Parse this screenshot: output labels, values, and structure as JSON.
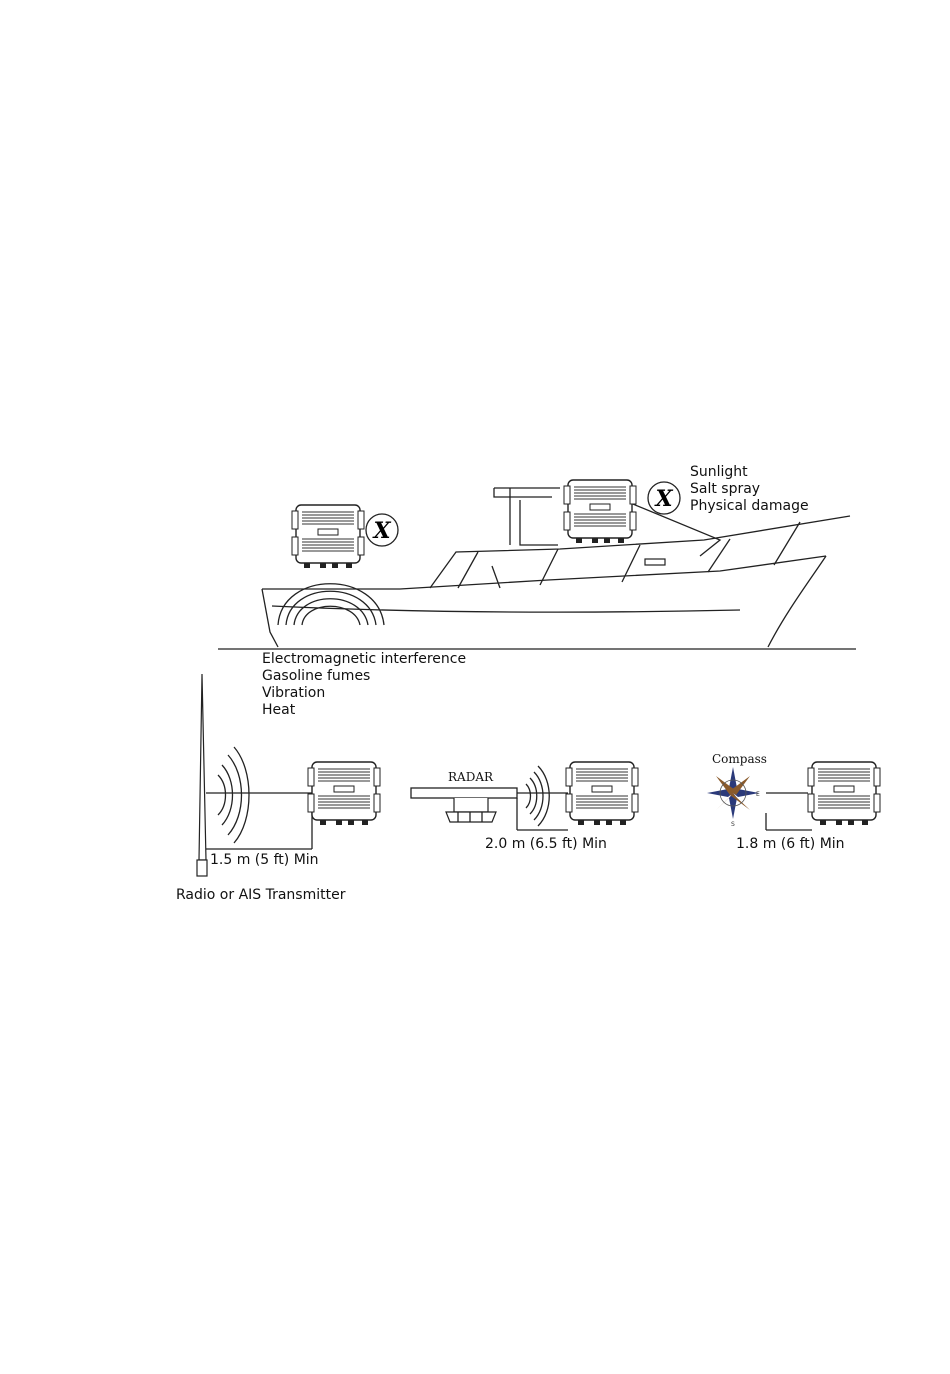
{
  "warnings_top": {
    "line1": "Sunlight",
    "line2": "Salt spray",
    "line3": "Physical damage"
  },
  "warnings_hull": {
    "line1": "Electromagnetic interference",
    "line2": "Gasoline fumes",
    "line3": "Vibration",
    "line4": "Heat"
  },
  "prohibited_mark": "X",
  "radio": {
    "distance": "1.5  m (5 ft) Min",
    "caption": "Radio or AIS Transmitter"
  },
  "radar": {
    "label": "RADAR",
    "distance": "2.0 m (6.5 ft) Min"
  },
  "compass": {
    "label": "Compass",
    "distance": "1.8 m (6 ft) Min",
    "cardinal_east": "E",
    "cardinal_south": "S"
  },
  "colors": {
    "line": "#222222",
    "compass_blue": "#2b3a7a",
    "compass_brown": "#8a5a2b"
  },
  "icons": [
    "unit-module-icon",
    "prohibited-x-icon",
    "radio-antenna-icon",
    "radar-icon",
    "compass-rose-icon",
    "interference-waves-icon"
  ]
}
